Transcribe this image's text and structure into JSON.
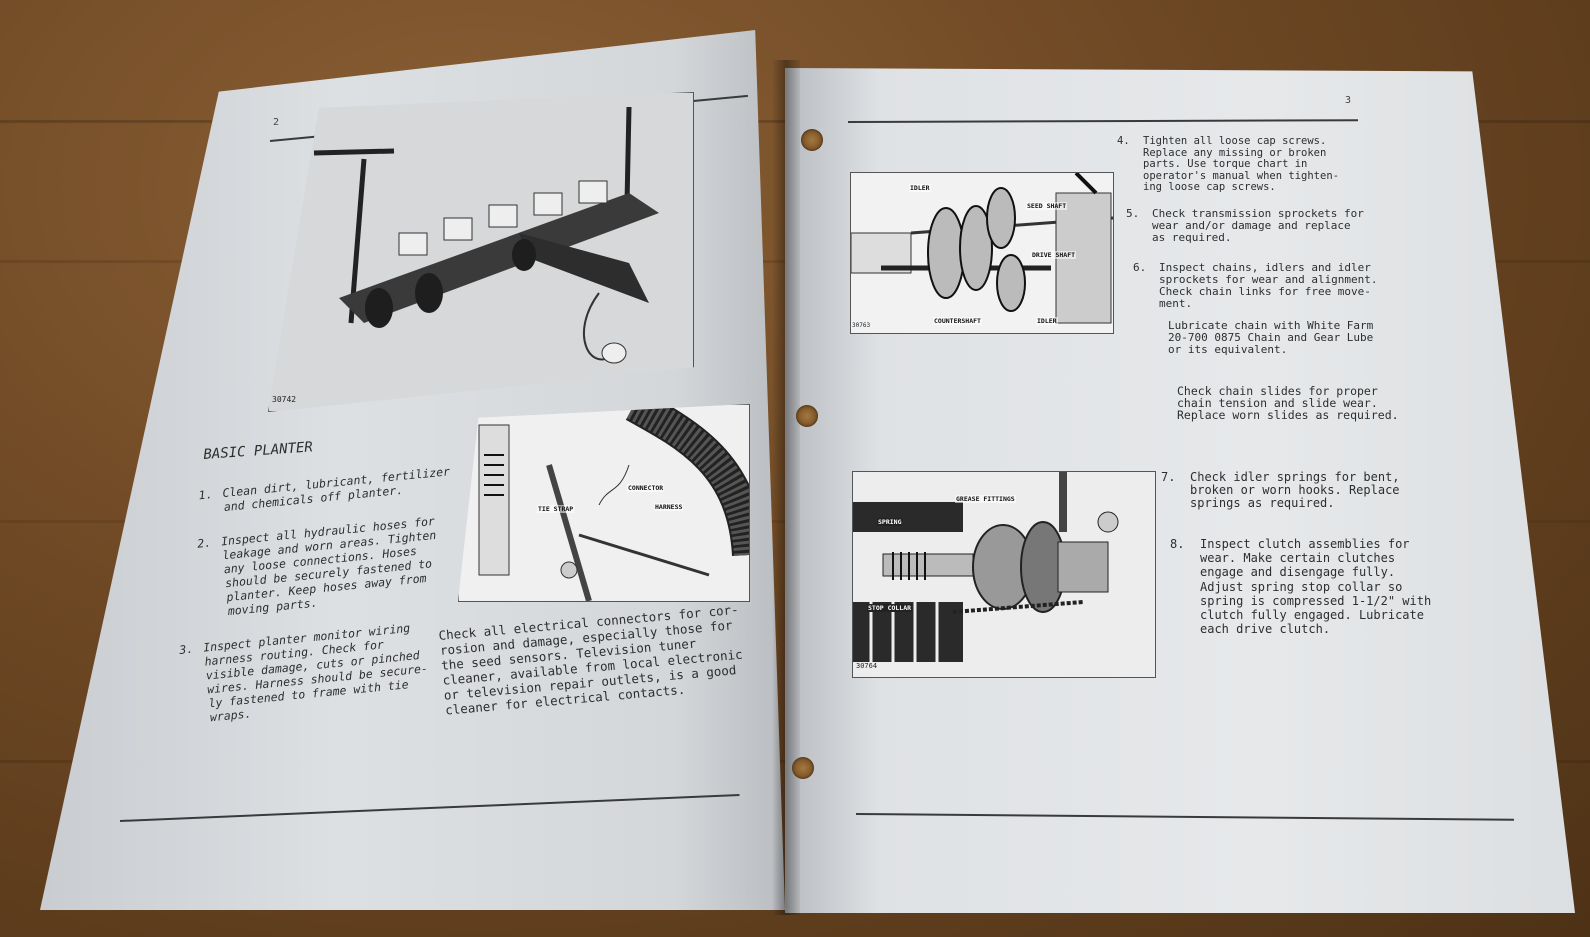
{
  "left_page": {
    "page_number": "2",
    "photo_code": "30742",
    "section_title": "BASIC PLANTER",
    "items": [
      {
        "num": "1.",
        "text": "Clean dirt, lubricant, fertilizer\nand chemicals off planter."
      },
      {
        "num": "2.",
        "text": "Inspect all hydraulic hoses for\nleakage and worn areas. Tighten\nany loose connections. Hoses\nshould be securely fastened to\nplanter. Keep hoses away from\nmoving parts."
      },
      {
        "num": "3.",
        "text": "Inspect planter monitor wiring\nharness routing. Check for\nvisible damage, cuts or pinched\nwires. Harness should be secure-\nly fastened to frame with tie\nwraps."
      }
    ],
    "connector_text": "Check all electrical connectors for cor-\nrosion and damage, especially those for\nthe seed sensors. Television tuner\ncleaner, available from local electronic\nor television repair outlets, is a good\ncleaner for electrical contacts.",
    "wiring_labels": {
      "connector": "CONNECTOR",
      "tie_strap": "TIE STRAP",
      "harness": "HARNESS"
    }
  },
  "right_page": {
    "page_number": "3",
    "items": [
      {
        "num": "4.",
        "text": "Tighten all loose cap screws.\nReplace any missing or broken\nparts. Use torque chart in\noperator's manual when tighten-\ning loose cap screws."
      },
      {
        "num": "5.",
        "text": "Check transmission sprockets for\nwear and/or damage and replace\nas required."
      },
      {
        "num": "6.",
        "text": "Inspect chains, idlers and idler\nsprockets for wear and alignment.\nCheck chain links for free move-\nment."
      },
      {
        "num": "7.",
        "text": "Check idler springs for bent,\nbroken or worn hooks. Replace\nsprings as required."
      },
      {
        "num": "8.",
        "text": "Inspect clutch assemblies for\nwear. Make certain clutches\nengage and disengage fully.\nAdjust spring stop collar so\nspring is compressed 1-1/2\" with\nclutch fully engaged. Lubricate\neach drive clutch."
      }
    ],
    "lubricate_text": "Lubricate chain with White Farm\n20-700 0875 Chain and Gear Lube\nor its equivalent.",
    "chain_slides_text": "Check chain slides for proper\nchain tension and slide wear.\nReplace worn slides as required.",
    "sprocket_photo": {
      "code": "30763",
      "labels": {
        "idler_top": "IDLER",
        "seed_shaft": "SEED SHAFT",
        "drive_shaft": "DRIVE SHAFT",
        "countershaft": "COUNTERSHAFT",
        "idler_bottom": "IDLER"
      }
    },
    "clutch_photo": {
      "code": "30764",
      "labels": {
        "grease_fittings": "GREASE FITTINGS",
        "spring": "SPRING",
        "stop_collar": "STOP COLLAR"
      }
    }
  }
}
